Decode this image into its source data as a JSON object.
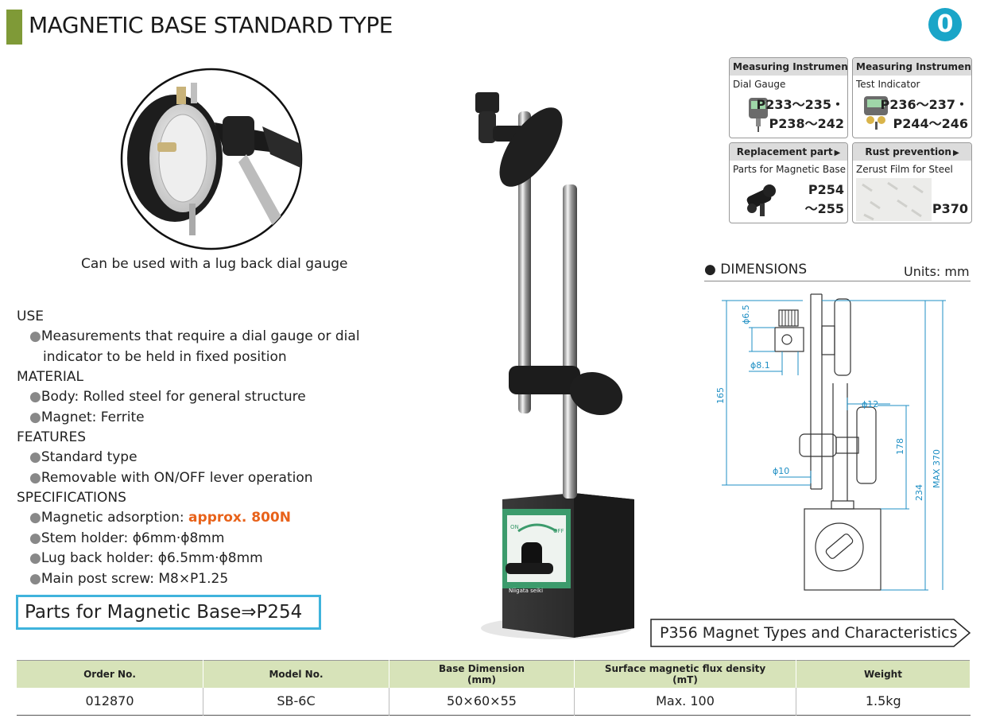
{
  "header": {
    "title": "MAGNETIC BASE STANDARD TYPE",
    "badge": "0"
  },
  "refs": [
    {
      "head": "Measuring Instruments",
      "sub": "Dial Gauge",
      "page1": "P233～235・",
      "page2": "P238～242",
      "icon": "dial-gauge-icon"
    },
    {
      "head": "Measuring Instruments",
      "sub": "Test Indicator",
      "page1": "P236～237・",
      "page2": "P244～246",
      "icon": "test-indicator-icon"
    },
    {
      "head": "Replacement part",
      "sub": "Parts for Magnetic Base",
      "page1": "P254",
      "page2": "～255",
      "icon": "holder-part-icon"
    },
    {
      "head": "Rust prevention",
      "sub": "Zerust Film for Steel",
      "page1": "P370",
      "page2": "",
      "icon": "film-icon"
    }
  ],
  "caption": "Can be used with a lug back dial gauge",
  "use": {
    "heading": "USE",
    "items": [
      "Measurements that require a dial gauge or dial",
      "indicator to be held in fixed position"
    ]
  },
  "material": {
    "heading": "MATERIAL",
    "items": [
      "Body: Rolled steel for general structure",
      "Magnet: Ferrite"
    ]
  },
  "features": {
    "heading": "FEATURES",
    "items": [
      "Standard type",
      "Removable with ON/OFF lever operation"
    ]
  },
  "specifications": {
    "heading": "SPECIFICATIONS",
    "adsorption_label": "Magnetic adsorption: ",
    "adsorption_value": "approx. 800N",
    "items": [
      "Stem holder: ϕ6mm·ϕ8mm",
      "Lug back holder: ϕ6.5mm·ϕ8mm",
      "Main post screw: M8×P1.25"
    ]
  },
  "parts_link": "Parts for Magnetic Base⇒P254",
  "magnet_link": "P356 Magnet Types and Characteristics",
  "dimensions": {
    "heading": "DIMENSIONS",
    "units": "Units: mm",
    "labels": {
      "d65": "ϕ6.5",
      "d81": "ϕ8.1",
      "d12": "ϕ12",
      "d10": "ϕ10",
      "h165": "165",
      "h178": "178",
      "h234": "234",
      "max370": "MAX 370"
    }
  },
  "photo": {
    "brand_label": "Niigata seiki",
    "on_label": "ON",
    "off_label": "OFF"
  },
  "table": {
    "headers": [
      {
        "line1": "Order No.",
        "line2": ""
      },
      {
        "line1": "Model No.",
        "line2": ""
      },
      {
        "line1": "Base Dimension",
        "line2": "(mm)"
      },
      {
        "line1": "Surface magnetic flux density",
        "line2": "(mT)"
      },
      {
        "line1": "Weight",
        "line2": ""
      }
    ],
    "rows": [
      [
        "012870",
        "SB-6C",
        "50×60×55",
        "Max. 100",
        "1.5kg"
      ]
    ]
  },
  "colors": {
    "accent_green": "#7f9a37",
    "badge_blue": "#1aa5c8",
    "highlight_orange": "#e8621a",
    "table_header": "#d7e3b9",
    "dimension_blue": "#1f8fc4"
  }
}
